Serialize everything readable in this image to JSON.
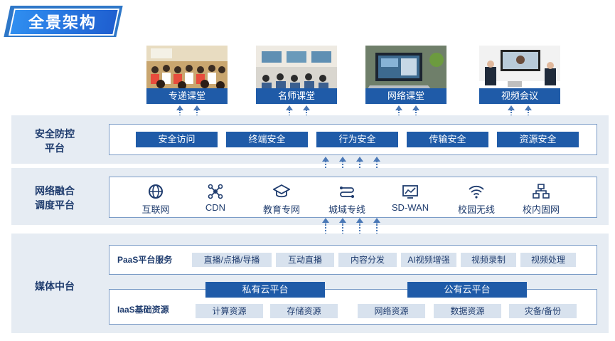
{
  "title": "全景架构",
  "top_cards": [
    {
      "label": "专递课堂"
    },
    {
      "label": "名师课堂"
    },
    {
      "label": "网络课堂"
    },
    {
      "label": "视频会议"
    }
  ],
  "security": {
    "label_line1": "安全防控",
    "label_line2": "平台",
    "items": [
      "安全访问",
      "终端安全",
      "行为安全",
      "传输安全",
      "资源安全"
    ]
  },
  "network": {
    "label_line1": "网络融合",
    "label_line2": "调度平台",
    "items": [
      {
        "label": "互联网",
        "icon": "globe-icon"
      },
      {
        "label": "CDN",
        "icon": "cdn-node-icon"
      },
      {
        "label": "教育专网",
        "icon": "graduation-cap-icon"
      },
      {
        "label": "城域专线",
        "icon": "route-line-icon"
      },
      {
        "label": "SD-WAN",
        "icon": "sdwan-chart-icon"
      },
      {
        "label": "校园无线",
        "icon": "wifi-icon"
      },
      {
        "label": "校内固网",
        "icon": "network-tree-icon"
      }
    ]
  },
  "media": {
    "label": "媒体中台",
    "paas_label": "PaaS平台服务",
    "paas_items": [
      "直播/点播/导播",
      "互动直播",
      "内容分发",
      "AI视频增强",
      "视频录制",
      "视频处理"
    ],
    "private_cloud": "私有云平台",
    "public_cloud": "公有云平台",
    "iaas_label": "IaaS基础资源",
    "iaas_items": [
      "计算资源",
      "存储资源",
      "网络资源",
      "数据资源",
      "灾备/备份"
    ]
  },
  "colors": {
    "primary": "#1f5ba8",
    "band": "#e6ecf3",
    "paas_box": "#d8e2ee"
  }
}
